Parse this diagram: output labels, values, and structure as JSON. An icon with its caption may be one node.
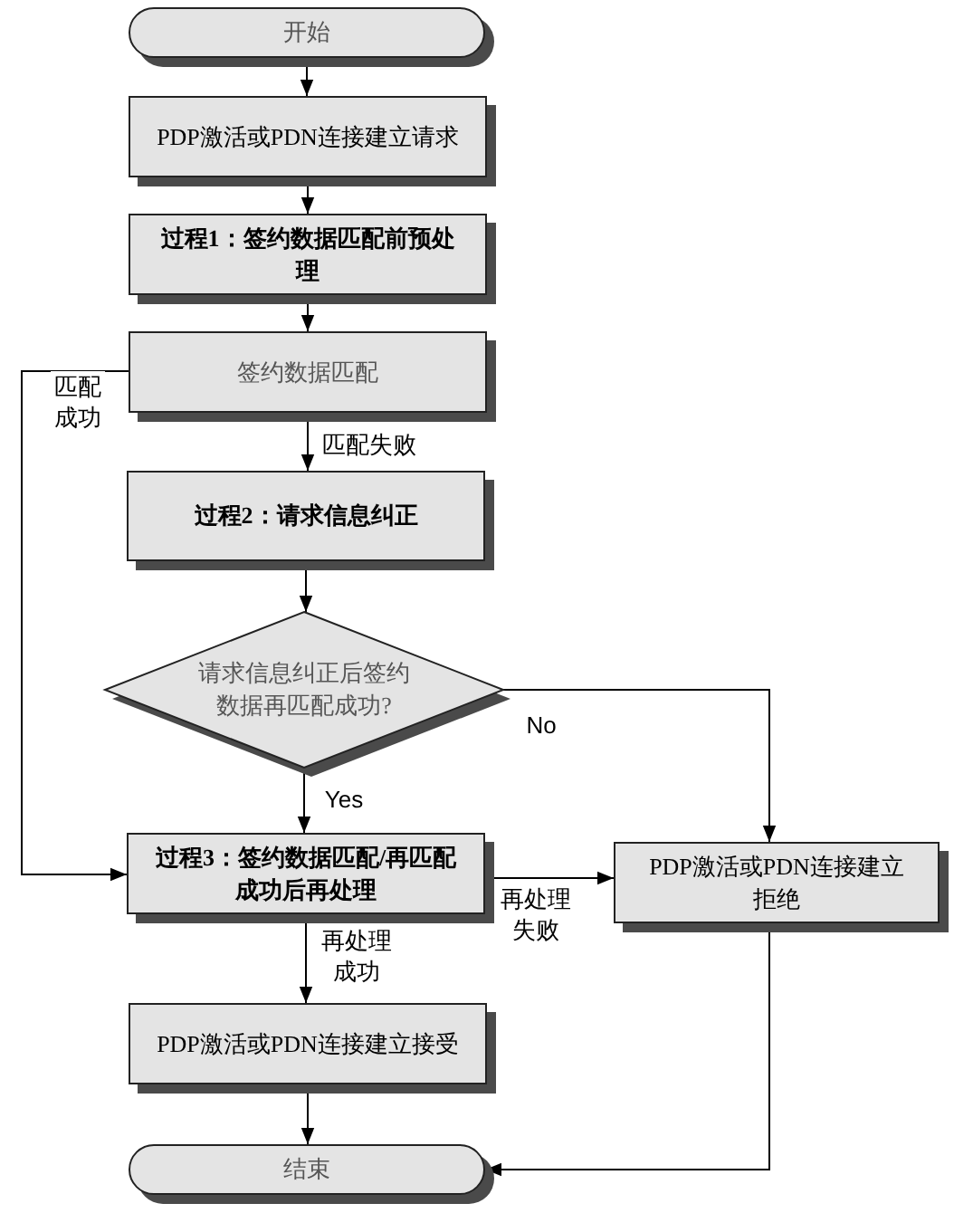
{
  "diagram": {
    "nodes": [
      {
        "text": [
          "开始"
        ]
      },
      {
        "text": [
          "PDP激活或PDN连接建立请求"
        ]
      },
      {
        "text": [
          "过程1：签约数据匹配前预处理"
        ]
      },
      {
        "text": [
          "签约数据匹配"
        ]
      },
      {
        "text": [
          "过程2：请求信息纠正"
        ]
      },
      {
        "text": [
          "请求信息纠正后签约数据再匹配成功?"
        ]
      },
      {
        "text": [
          "过程3：签约数据匹配/再匹配成功后再处理"
        ]
      },
      {
        "text": [
          "PDP激活或PDN连接建立拒绝"
        ]
      },
      {
        "text": [
          "PDP激活或PDN连接建立接受"
        ]
      },
      {
        "text": [
          "结束"
        ]
      }
    ],
    "edges": [
      {
        "from": 0,
        "to": 1,
        "arrow": "to"
      },
      {
        "from": 1,
        "to": 2,
        "arrow": "to"
      },
      {
        "from": 2,
        "to": 3,
        "arrow": "to"
      },
      {
        "from": 3,
        "to": 6,
        "arrow": "to",
        "label": "匹配成功"
      },
      {
        "from": 3,
        "to": 4,
        "arrow": "to",
        "label": "匹配失败"
      },
      {
        "from": 4,
        "to": 5,
        "arrow": "to"
      },
      {
        "from": 5,
        "to": 7,
        "arrow": "to",
        "label": "No"
      },
      {
        "from": 5,
        "to": 6,
        "arrow": "to",
        "label": "Yes"
      },
      {
        "from": 6,
        "to": 7,
        "arrow": "to",
        "label": "再处理失败"
      },
      {
        "from": 6,
        "to": 8,
        "arrow": "to",
        "label": "再处理成功"
      },
      {
        "from": 8,
        "to": 9,
        "arrow": "to"
      },
      {
        "from": 7,
        "to": 9,
        "arrow": "to"
      }
    ]
  }
}
